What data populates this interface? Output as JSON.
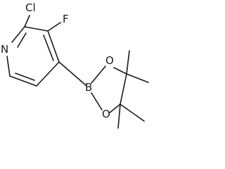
{
  "molecule": {
    "atoms": {
      "nitrogen": "N",
      "chlorine": "Cl",
      "fluorine": "F",
      "boron": "B",
      "oxygen_top": "O",
      "oxygen_bottom": "O"
    }
  },
  "colors": {
    "ink": "#1a1a1a",
    "background": "#ffffff"
  }
}
